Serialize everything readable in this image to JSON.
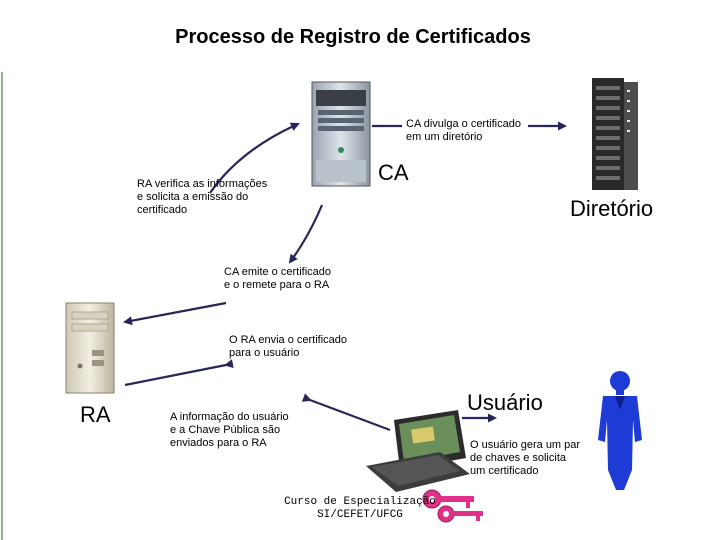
{
  "title": "Processo de Registro de Certificados",
  "nodes": {
    "ca": "CA",
    "directory": "Diretório",
    "ra": "RA",
    "user": "Usuário"
  },
  "steps": {
    "ra_requests": "RA verifica as informações\ne solicita a emissão do\ncertificado",
    "ca_publishes": "CA  divulga o certificado\nem um diretório",
    "ca_issues": "CA emite o certificado\ne o remete para o RA",
    "ra_sends": "O RA envia o certificado\npara o usuário",
    "user_info": "A informação do usuário\ne  a Chave Pública são\nenviados para o RA",
    "user_keys": "O usuário gera um par\nde chaves e solicita\num certificado"
  },
  "footer": "Curso de Especialização\nSI/CEFET/UFCG",
  "colors": {
    "arrow": "#26265a",
    "tower": "#2a2a2a",
    "user": "#1e3bd6",
    "key": "#e0308a"
  }
}
